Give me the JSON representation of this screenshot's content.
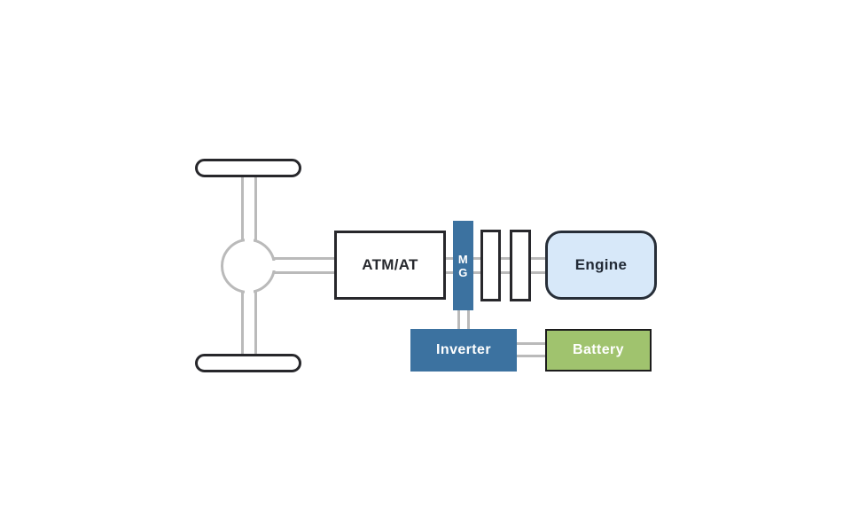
{
  "diagram": {
    "type": "hybrid-powertrain-architecture",
    "blocks": {
      "transmission": {
        "label": "ATM/AT"
      },
      "motor_generator": {
        "label": "M\nG"
      },
      "engine": {
        "label": "Engine"
      },
      "inverter": {
        "label": "Inverter"
      },
      "battery": {
        "label": "Battery"
      },
      "clutch_plate_count": 2
    },
    "colors": {
      "accent_blue": "#3C72A0",
      "engine_fill": "#D7E8F9",
      "battery_green": "#A0C36E",
      "line_gray": "#BABABA",
      "outline_dark": "#27272B"
    }
  }
}
